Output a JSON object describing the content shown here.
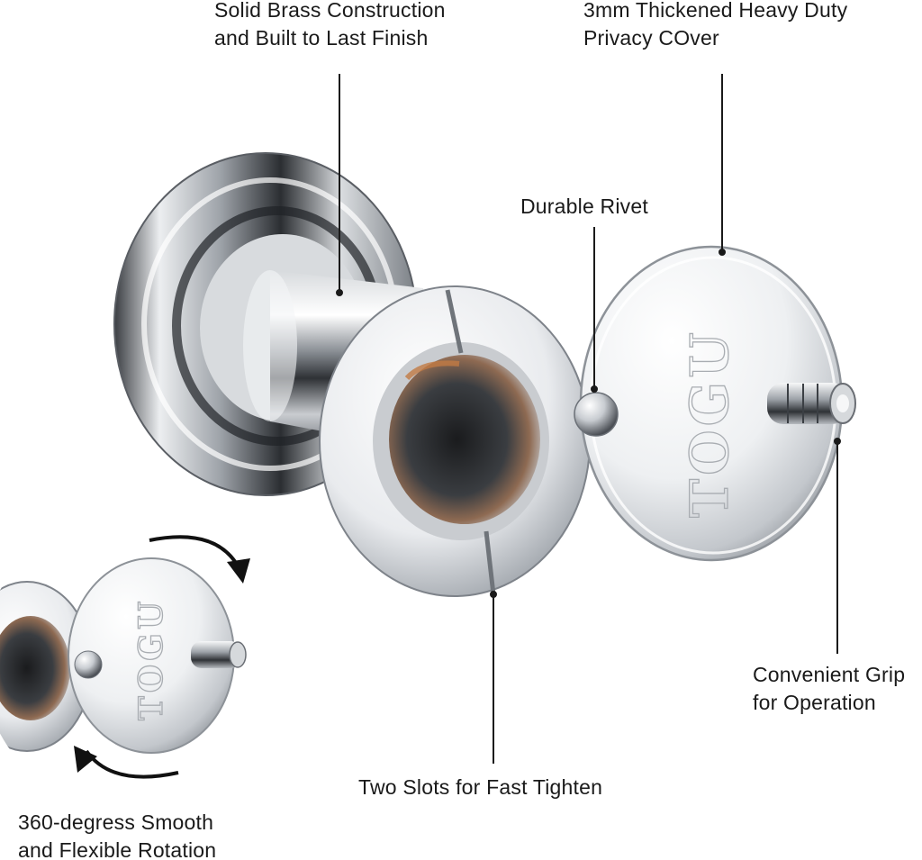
{
  "callouts": {
    "brass": {
      "line1": "Solid Brass Construction",
      "line2": "and Built to Last Finish"
    },
    "cover": {
      "line1": "3mm Thickened Heavy Duty",
      "line2": "Privacy COver"
    },
    "rivet": {
      "line1": "Durable Rivet"
    },
    "grip": {
      "line1": "Convenient Grip",
      "line2": "for Operation"
    },
    "slots": {
      "line1": "Two Slots for Fast Tighten"
    },
    "rotation": {
      "line1": "360-degress Smooth",
      "line2": "and Flexible Rotation"
    }
  },
  "brand_engraving": "TOGU",
  "colors": {
    "chrome_light": "#f2f3f5",
    "chrome_mid": "#b9bdc3",
    "chrome_dark": "#2c2f33",
    "copper": "#b8662e",
    "leader_line": "#1a1a1a"
  }
}
